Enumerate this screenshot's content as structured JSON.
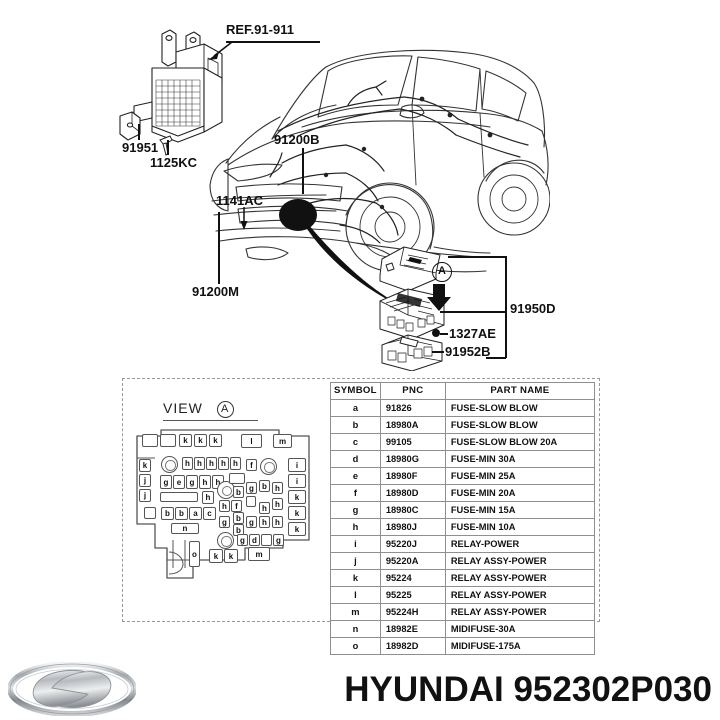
{
  "diagram": {
    "callouts": [
      {
        "id": "ref-91-911",
        "label": "REF.91-911"
      },
      {
        "id": "91951",
        "label": "91951"
      },
      {
        "id": "1125KC",
        "label": "1125KC"
      },
      {
        "id": "91200B",
        "label": "91200B"
      },
      {
        "id": "1141AC",
        "label": "1141AC"
      },
      {
        "id": "91200M",
        "label": "91200M"
      },
      {
        "id": "91950D",
        "label": "91950D"
      },
      {
        "id": "1327AE",
        "label": "1327AE"
      },
      {
        "id": "91952B",
        "label": "91952B"
      }
    ],
    "view_marker": "A"
  },
  "view_panel": {
    "heading": "VIEW",
    "marker": "A",
    "fusebox_cells": [
      "k",
      "k",
      "k",
      "l",
      "m",
      "k",
      "j",
      "j",
      "h",
      "h",
      "h",
      "h",
      "h",
      "g",
      "e",
      "g",
      "h",
      "h",
      "h",
      "b",
      "b",
      "a",
      "c",
      "n",
      "o",
      "f",
      "b",
      "g",
      "b",
      "h",
      "h",
      "f",
      "a",
      "h",
      "g",
      "b",
      "a",
      "g",
      "h",
      "h",
      "g",
      "d",
      "g",
      "k",
      "k",
      "m",
      "i",
      "i",
      "k",
      "k",
      "k"
    ]
  },
  "table": {
    "headers": [
      "SYMBOL",
      "PNC",
      "PART NAME"
    ],
    "rows": [
      {
        "symbol": "a",
        "pnc": "91826",
        "part_name": "FUSE-SLOW BLOW"
      },
      {
        "symbol": "b",
        "pnc": "18980A",
        "part_name": "FUSE-SLOW BLOW"
      },
      {
        "symbol": "c",
        "pnc": "99105",
        "part_name": "FUSE-SLOW BLOW 20A"
      },
      {
        "symbol": "d",
        "pnc": "18980G",
        "part_name": "FUSE-MIN 30A"
      },
      {
        "symbol": "e",
        "pnc": "18980F",
        "part_name": "FUSE-MIN 25A"
      },
      {
        "symbol": "f",
        "pnc": "18980D",
        "part_name": "FUSE-MIN 20A"
      },
      {
        "symbol": "g",
        "pnc": "18980C",
        "part_name": "FUSE-MIN 15A"
      },
      {
        "symbol": "h",
        "pnc": "18980J",
        "part_name": "FUSE-MIN 10A"
      },
      {
        "symbol": "i",
        "pnc": "95220J",
        "part_name": "RELAY-POWER"
      },
      {
        "symbol": "j",
        "pnc": "95220A",
        "part_name": "RELAY ASSY-POWER"
      },
      {
        "symbol": "k",
        "pnc": "95224",
        "part_name": "RELAY ASSY-POWER"
      },
      {
        "symbol": "l",
        "pnc": "95225",
        "part_name": "RELAY ASSY-POWER"
      },
      {
        "symbol": "m",
        "pnc": "95224H",
        "part_name": "RELAY ASSY-POWER"
      },
      {
        "symbol": "n",
        "pnc": "18982E",
        "part_name": "MIDIFUSE-30A"
      },
      {
        "symbol": "o",
        "pnc": "18982D",
        "part_name": "MIDIFUSE-175A"
      }
    ]
  },
  "footer": {
    "brand": "HYUNDAI",
    "part_number": "952302P030",
    "text": "HYUNDAI 952302P030"
  },
  "colors": {
    "line": "#111111",
    "table_border": "#8f8f8f",
    "dashed_border": "#9a9a9a",
    "logo_silver": "#b9bcc0"
  }
}
